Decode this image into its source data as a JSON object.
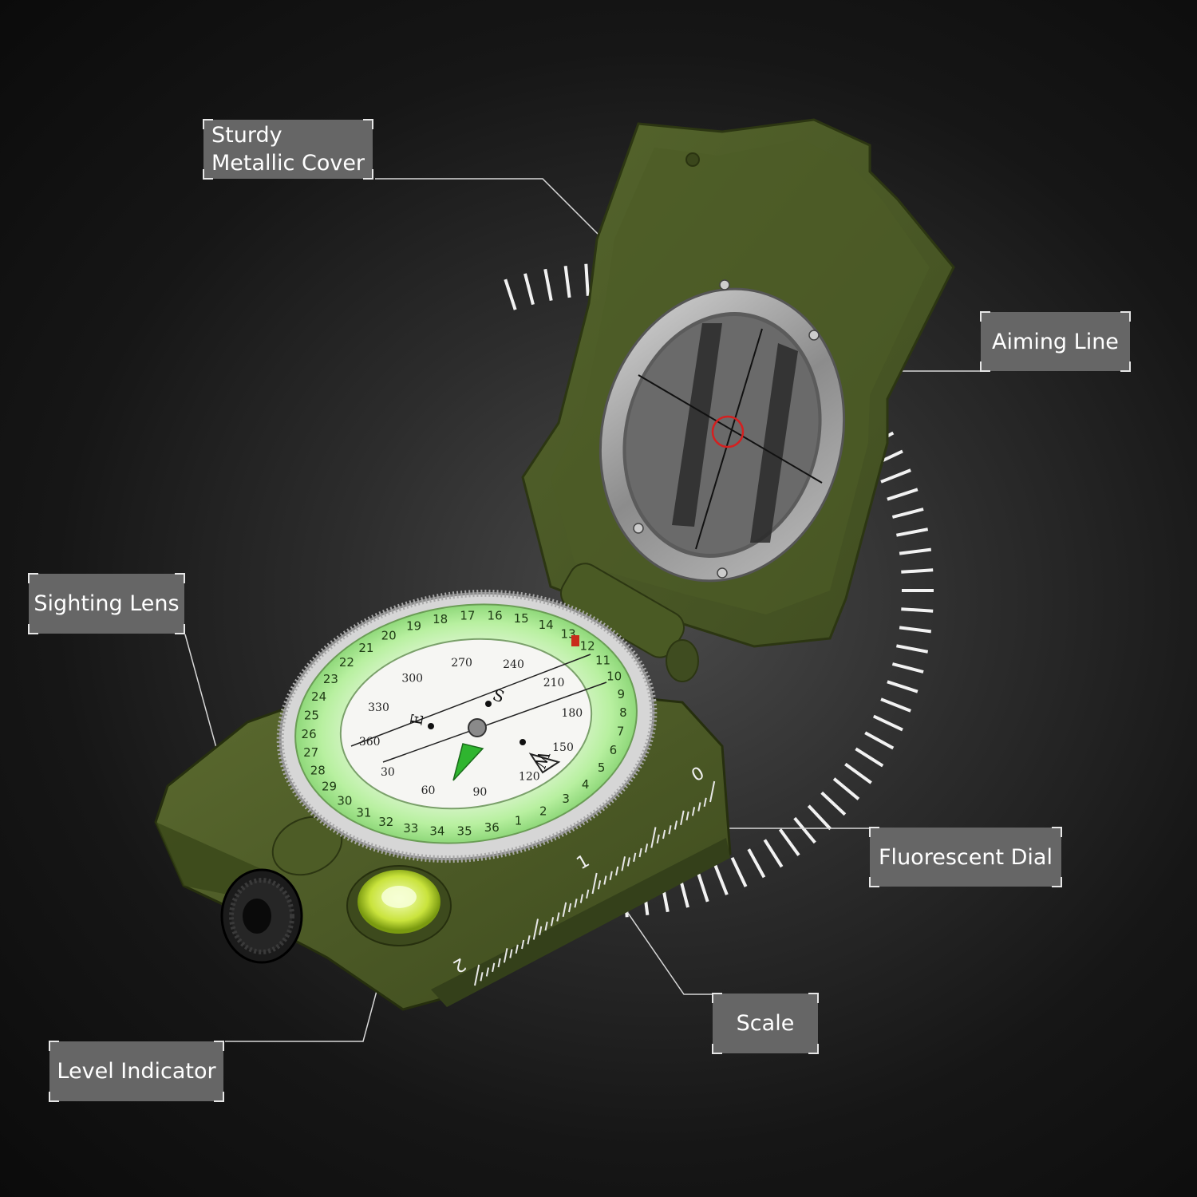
{
  "callouts": {
    "cover": {
      "line1": "Sturdy",
      "line2": "Metallic Cover"
    },
    "aiming_line": "Aiming Line",
    "sighting_lens": "Sighting Lens",
    "fluorescent_dial": "Fluorescent Dial",
    "scale": "Scale",
    "level_indicator": "Level Indicator"
  },
  "dial": {
    "outer_ring_numbers": [
      "1",
      "2",
      "3",
      "4",
      "5",
      "6",
      "7",
      "8",
      "9",
      "10",
      "11",
      "12",
      "13",
      "14",
      "15",
      "16",
      "17",
      "18",
      "19",
      "20",
      "21",
      "22",
      "23",
      "24",
      "25",
      "26",
      "27",
      "28",
      "29",
      "30",
      "31",
      "32",
      "33",
      "34",
      "35",
      "36"
    ],
    "inner_degrees": [
      "30",
      "60",
      "90",
      "120",
      "150",
      "180",
      "210",
      "240",
      "270",
      "300",
      "330",
      "360"
    ],
    "cardinal": {
      "east": "E",
      "south": "S",
      "west": "W"
    }
  },
  "ruler": {
    "marks": [
      "0",
      "1",
      "2"
    ]
  },
  "colors": {
    "compass_body": "#4a5a26",
    "dial_glow": "#b8f0a0",
    "callout_bg": "#666666",
    "callout_text": "#ffffff"
  }
}
